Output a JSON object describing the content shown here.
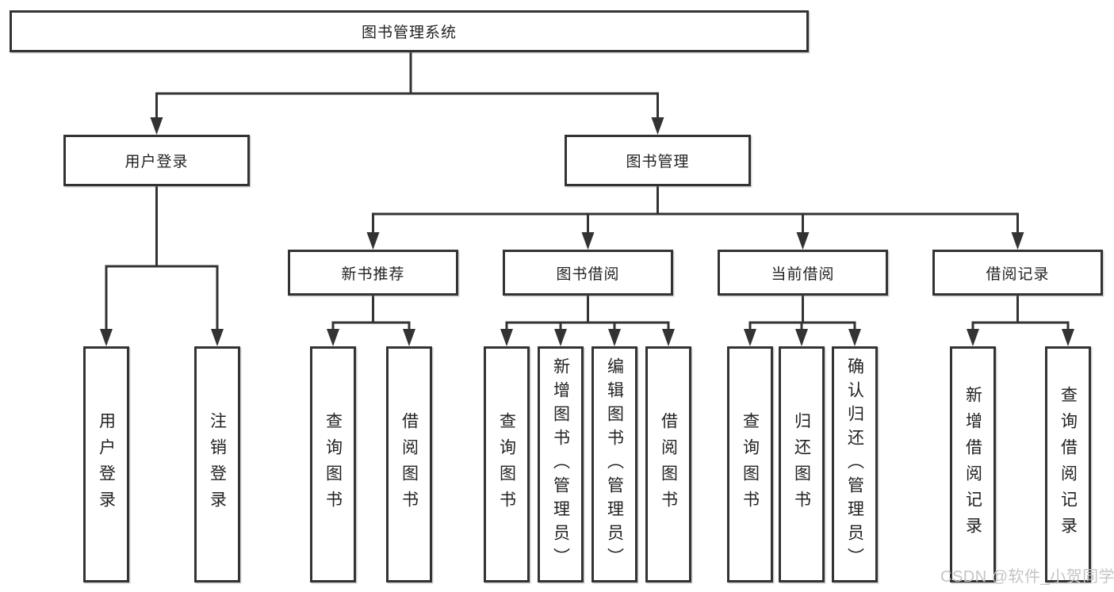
{
  "diagram": {
    "title": "图书管理系统",
    "watermark": "CSDN @软件_小贺同学",
    "colors": {
      "line": "#333333",
      "box_border": "#333333",
      "text": "#222222",
      "background": "#ffffff",
      "watermark": "#c5c5c5"
    },
    "nodes": {
      "root": {
        "label": "图书管理系统"
      },
      "user_login": {
        "label": "用户登录"
      },
      "book_mgmt": {
        "label": "图书管理"
      },
      "login": {
        "label": "用户登录"
      },
      "logout": {
        "label": "注销登录"
      },
      "new_books": {
        "label": "新书推荐"
      },
      "book_borrow": {
        "label": "图书借阅"
      },
      "current_borrow": {
        "label": "当前借阅"
      },
      "borrow_records": {
        "label": "借阅记录"
      },
      "nb_query": {
        "label": "查询图书"
      },
      "nb_borrow": {
        "label": "借阅图书"
      },
      "bb_query": {
        "label": "查询图书"
      },
      "bb_add": {
        "label": "新增图书（管理员）"
      },
      "bb_edit": {
        "label": "编辑图书（管理员）"
      },
      "bb_borrow": {
        "label": "借阅图书"
      },
      "cb_query": {
        "label": "查询图书"
      },
      "cb_return": {
        "label": "归还图书"
      },
      "cb_confirm": {
        "label": "确认归还（管理员）"
      },
      "br_add": {
        "label": "新增借阅记录"
      },
      "br_query": {
        "label": "查询借阅记录"
      }
    },
    "edges": [
      {
        "from": "root",
        "to": [
          "user_login",
          "book_mgmt"
        ]
      },
      {
        "from": "user_login",
        "to": [
          "login",
          "logout"
        ]
      },
      {
        "from": "book_mgmt",
        "to": [
          "new_books",
          "book_borrow",
          "current_borrow",
          "borrow_records"
        ]
      },
      {
        "from": "new_books",
        "to": [
          "nb_query",
          "nb_borrow"
        ]
      },
      {
        "from": "book_borrow",
        "to": [
          "bb_query",
          "bb_add",
          "bb_edit",
          "bb_borrow"
        ]
      },
      {
        "from": "current_borrow",
        "to": [
          "cb_query",
          "cb_return",
          "cb_confirm"
        ]
      },
      {
        "from": "borrow_records",
        "to": [
          "br_add",
          "br_query"
        ]
      }
    ]
  }
}
